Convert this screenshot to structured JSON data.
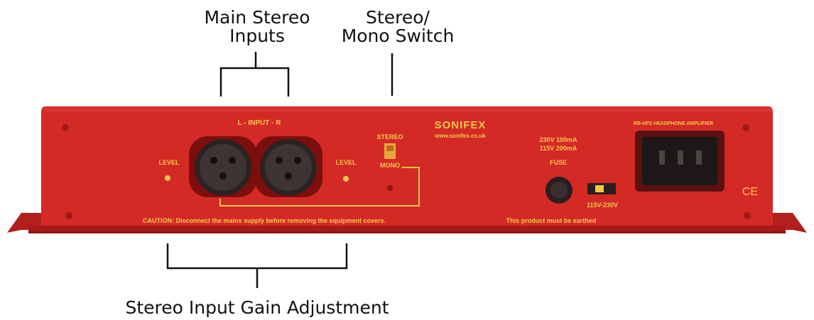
{
  "callouts": {
    "main_inputs": {
      "line1": "Main Stereo",
      "line2": "Inputs"
    },
    "stereo_mono": {
      "line1": "Stereo/",
      "line2": "Mono Switch"
    },
    "gain": {
      "text": "Stereo Input Gain Adjustment"
    }
  },
  "panel": {
    "input_header": "L -    INPUT    - R",
    "level_left": "LEVEL",
    "level_right": "LEVEL",
    "switch_top": "STEREO",
    "switch_bottom": "MONO",
    "brand": "SONIFEX",
    "website": "www.sonifex.co.uk",
    "model": "RB-HP2 HEADPHONE AMPLIFIER",
    "fuse_rating_1": "230V  100mA",
    "fuse_rating_2": "115V  200mA",
    "fuse_label": "FUSE",
    "voltage": "115V-230V",
    "caution": "CAUTION: Disconnect the mains supply before removing the equipment covers.",
    "earthed": "This product must be earthed",
    "ce_mark": "CE"
  },
  "colors": {
    "panel_red": "#d42a26",
    "panel_dark": "#a81a18",
    "panel_text": "#f2c84a",
    "callout_text": "#111111"
  }
}
